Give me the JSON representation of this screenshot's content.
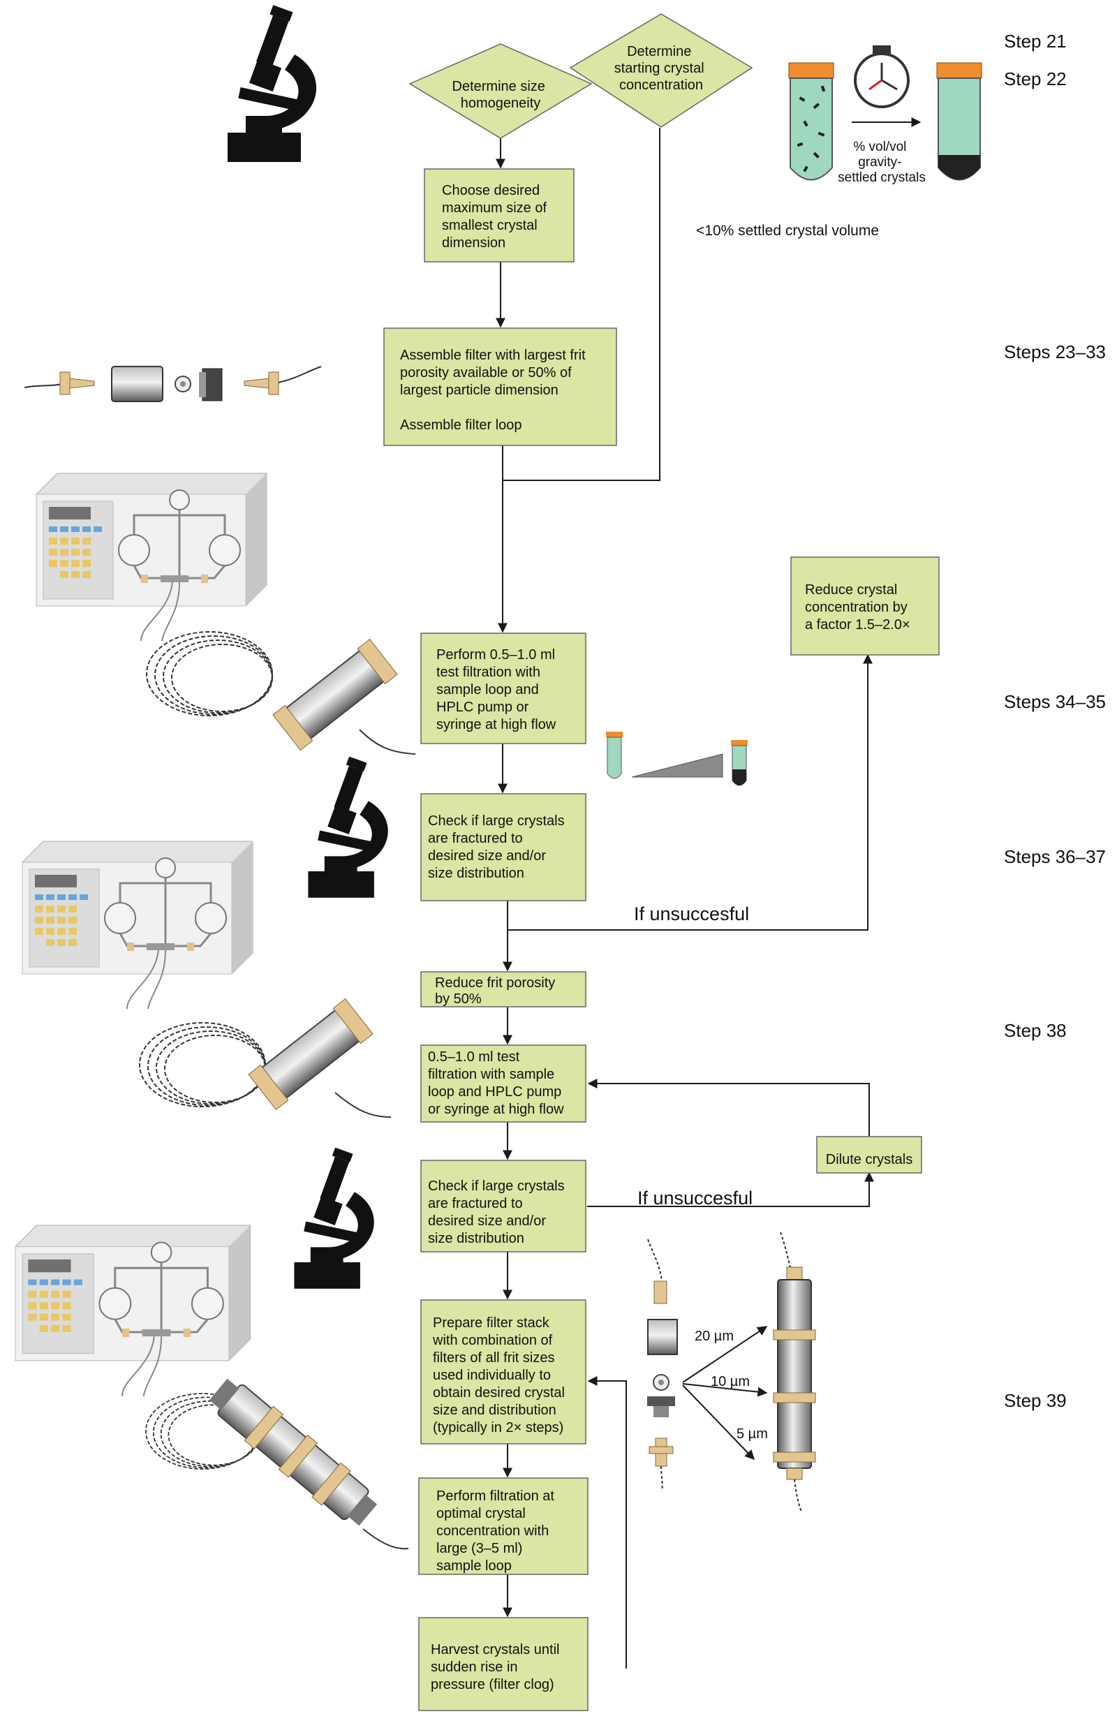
{
  "steps": {
    "s21": "Step 21",
    "s22": "Step 22",
    "s23_33": "Steps 23–33",
    "s34_35": "Steps 34–35",
    "s36_37": "Steps 36–37",
    "s38": "Step 38",
    "s39": "Step 39"
  },
  "nodes": {
    "size_homogeneity": [
      "Determine size",
      "homogeneity"
    ],
    "starting_concentration": [
      "Determine",
      "starting crystal",
      "concentration"
    ],
    "choose_size": [
      "Choose desired",
      "maximum size of",
      "smallest crystal",
      "dimension"
    ],
    "assemble_filter": [
      "Assemble filter with largest frit",
      "porosity available or 50% of",
      "largest particle dimension",
      "",
      "Assemble filter loop"
    ],
    "test_filtration_1": [
      "Perform 0.5–1.0 ml",
      "test filtration with",
      "sample loop and",
      "HPLC pump or",
      "syringe at high flow"
    ],
    "reduce_concentration": [
      "Reduce crystal",
      "concentration by",
      "a factor 1.5–2.0×"
    ],
    "check_1": [
      "Check if large crystals",
      "are fractured to",
      "desired size and/or",
      "size distribution"
    ],
    "reduce_porosity": [
      "Reduce frit porosity",
      "by 50%"
    ],
    "test_filtration_2": [
      "0.5–1.0 ml test",
      "filtration with sample",
      "loop and HPLC pump",
      "or syringe at high flow"
    ],
    "dilute": [
      "Dilute crystals"
    ],
    "check_2": [
      "Check if large crystals",
      "are fractured to",
      "desired size and/or",
      "size distribution"
    ],
    "filter_stack": [
      "Prepare filter stack",
      "with combination of",
      "filters of all frit sizes",
      "used individually to",
      "obtain desired crystal",
      "size and distribution",
      "(typically in 2× steps)"
    ],
    "perform_filtration": [
      "Perform filtration at",
      "optimal crystal",
      "concentration with",
      "large (3–5 ml)",
      "sample loop"
    ],
    "harvest": [
      "Harvest crystals until",
      "sudden rise in",
      "pressure (filter clog)"
    ]
  },
  "labels": {
    "unsuccessful_1": "If unsuccesful",
    "unsuccessful_2": "If unsuccesful",
    "settled_note": "<10% settled crystal volume",
    "vol_note": [
      "% vol/vol",
      "gravity-",
      "settled crystals"
    ],
    "frit_20": "20 µm",
    "frit_10": "10 µm",
    "frit_5": "5 µm"
  },
  "colors": {
    "box_fill": "#d9e6a4",
    "box_stroke": "#666666",
    "line": "#1a1a1a",
    "tube_liquid": "#9fd8bf",
    "tube_cap": "#f08c2c"
  }
}
